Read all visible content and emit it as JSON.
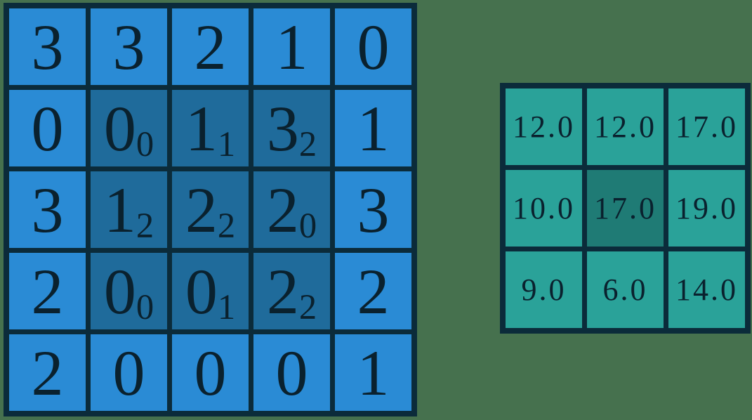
{
  "background_color": "#46714E",
  "text_color": "#0A212E",
  "diagram": {
    "description_labels": {
      "left_matrix": "input-matrix-with-kernel-overlay",
      "right_matrix": "output-matrix"
    }
  },
  "input_matrix": {
    "cell_color": "#2A8BD5",
    "highlight_color": "#1F6B9B",
    "border_color": "#0B2B3A",
    "rows": [
      [
        {
          "v": "3"
        },
        {
          "v": "3"
        },
        {
          "v": "2"
        },
        {
          "v": "1"
        },
        {
          "v": "0"
        }
      ],
      [
        {
          "v": "0"
        },
        {
          "v": "0",
          "sub": "0",
          "hl": true
        },
        {
          "v": "1",
          "sub": "1",
          "hl": true
        },
        {
          "v": "3",
          "sub": "2",
          "hl": true
        },
        {
          "v": "1"
        }
      ],
      [
        {
          "v": "3"
        },
        {
          "v": "1",
          "sub": "2",
          "hl": true
        },
        {
          "v": "2",
          "sub": "2",
          "hl": true
        },
        {
          "v": "2",
          "sub": "0",
          "hl": true
        },
        {
          "v": "3"
        }
      ],
      [
        {
          "v": "2"
        },
        {
          "v": "0",
          "sub": "0",
          "hl": true
        },
        {
          "v": "0",
          "sub": "1",
          "hl": true
        },
        {
          "v": "2",
          "sub": "2",
          "hl": true
        },
        {
          "v": "2"
        }
      ],
      [
        {
          "v": "2"
        },
        {
          "v": "0"
        },
        {
          "v": "0"
        },
        {
          "v": "0"
        },
        {
          "v": "1"
        }
      ]
    ]
  },
  "output_matrix": {
    "cell_color": "#2AA299",
    "highlight_color": "#1F7B75",
    "border_color": "#0B2B3A",
    "rows": [
      [
        {
          "v": "12.0"
        },
        {
          "v": "12.0"
        },
        {
          "v": "17.0"
        }
      ],
      [
        {
          "v": "10.0"
        },
        {
          "v": "17.0",
          "hl": true
        },
        {
          "v": "19.0"
        }
      ],
      [
        {
          "v": "9.0"
        },
        {
          "v": "6.0"
        },
        {
          "v": "14.0"
        }
      ]
    ]
  }
}
